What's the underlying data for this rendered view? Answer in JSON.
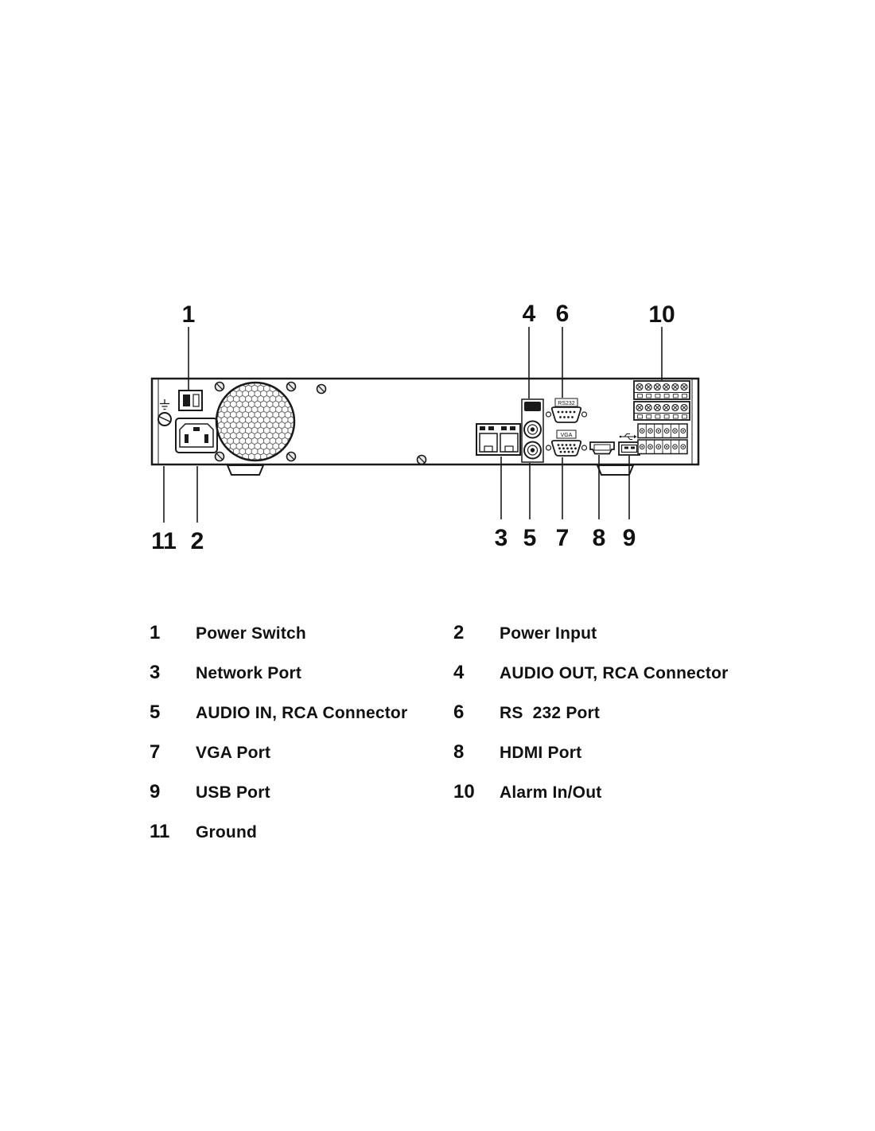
{
  "figure": {
    "description": "Rear panel diagram of recorder with numbered callouts",
    "callouts": {
      "c1": "1",
      "c2": "2",
      "c3": "3",
      "c4": "4",
      "c5": "5",
      "c6": "6",
      "c7": "7",
      "c8": "8",
      "c9": "9",
      "c10": "10",
      "c11": "11"
    },
    "port_labels": {
      "rs232": "RS232",
      "vga": "VGA"
    }
  },
  "legend": {
    "items": [
      {
        "num": "1",
        "label": "Power Switch"
      },
      {
        "num": "2",
        "label": "Power Input"
      },
      {
        "num": "3",
        "label": "Network Port"
      },
      {
        "num": "4",
        "label": "AUDIO OUT, RCA Connector"
      },
      {
        "num": "5",
        "label": "AUDIO IN, RCA Connector"
      },
      {
        "num": "6",
        "label": "RS  232 Port"
      },
      {
        "num": "7",
        "label": "VGA Port"
      },
      {
        "num": "8",
        "label": "HDMI Port"
      },
      {
        "num": "9",
        "label": "USB Port"
      },
      {
        "num": "10",
        "label": "Alarm In/Out"
      },
      {
        "num": "11",
        "label": "Ground"
      }
    ]
  }
}
